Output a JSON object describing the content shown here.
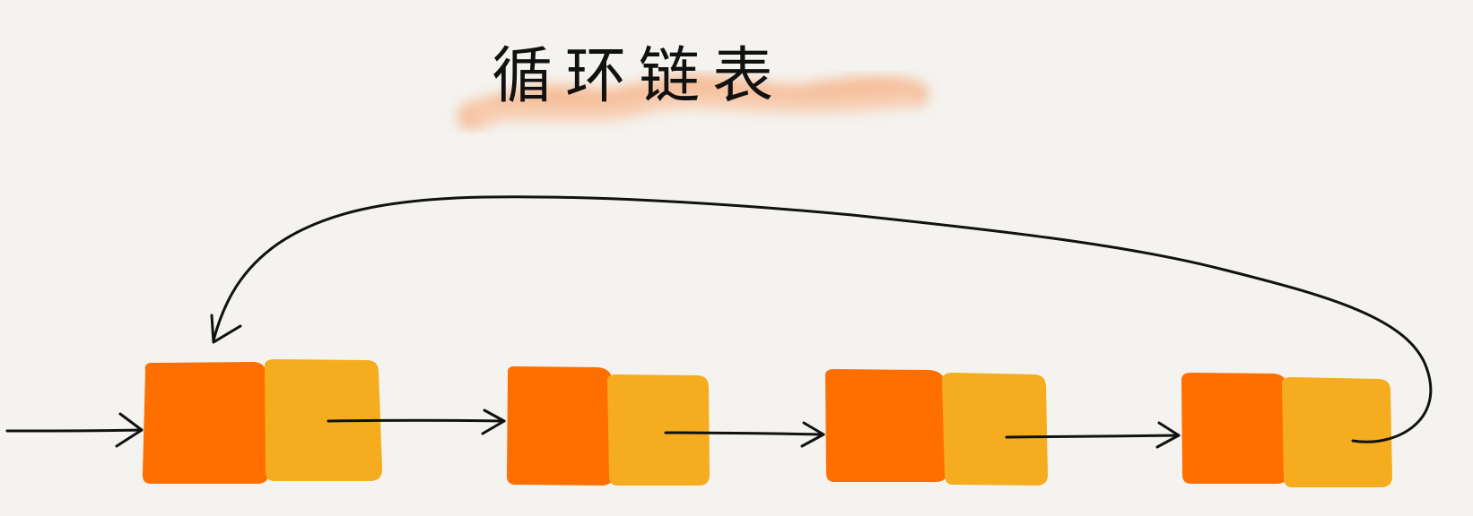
{
  "title": "循环链表",
  "colors": {
    "background": "#f4f3ef",
    "data_cell": "#ff6f00",
    "next_cell": "#f5ad1f",
    "highlight": "#f6b489",
    "stroke": "#111111"
  },
  "nodes": [
    {
      "index": 0
    },
    {
      "index": 1
    },
    {
      "index": 2
    },
    {
      "index": 3
    }
  ],
  "edges": [
    {
      "from": "head",
      "to": 0,
      "kind": "head-pointer"
    },
    {
      "from": 0,
      "to": 1,
      "kind": "next"
    },
    {
      "from": 1,
      "to": 2,
      "kind": "next"
    },
    {
      "from": 2,
      "to": 3,
      "kind": "next"
    },
    {
      "from": 3,
      "to": 0,
      "kind": "wrap-around"
    }
  ]
}
